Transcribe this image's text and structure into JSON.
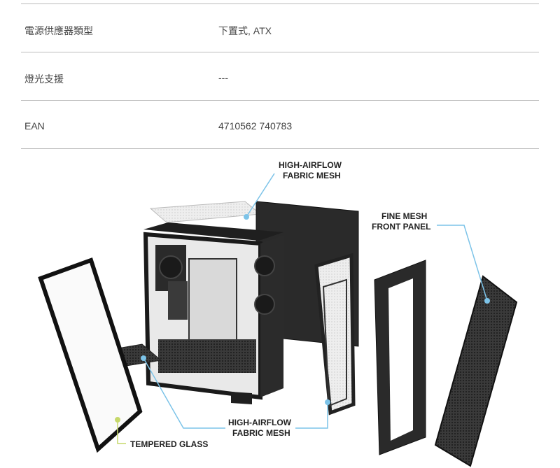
{
  "specs": [
    {
      "label": "電源供應器類型",
      "value": "下置式, ATX"
    },
    {
      "label": "燈光支援",
      "value": "---"
    },
    {
      "label": "EAN",
      "value": "4710562 740783"
    }
  ],
  "figure": {
    "callouts": {
      "top_mesh": [
        "HIGH-AIRFLOW",
        "FABRIC MESH"
      ],
      "front_panel": [
        "FINE MESH",
        "FRONT PANEL"
      ],
      "bottom_mesh": [
        "HIGH-AIRFLOW",
        "FABRIC MESH"
      ],
      "glass": "TEMPERED GLASS"
    },
    "colors": {
      "callout_line": "#7cc3e8",
      "glass_marker": "#c6d86a",
      "case": "#262626"
    }
  }
}
